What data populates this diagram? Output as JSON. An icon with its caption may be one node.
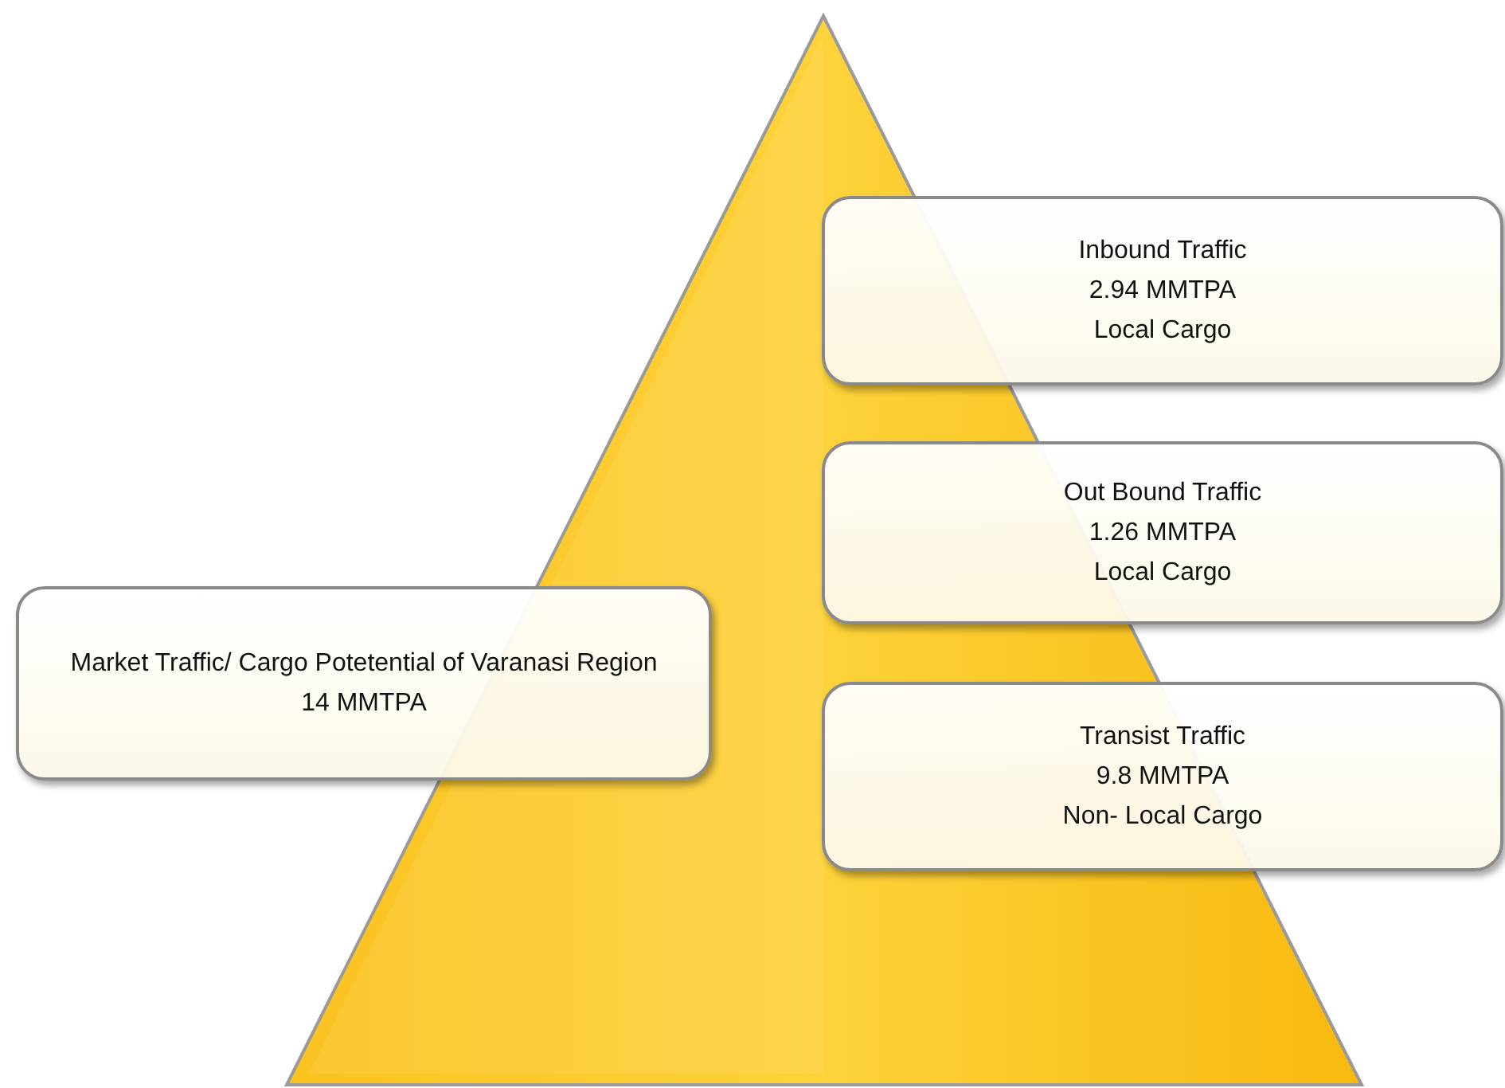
{
  "diagram": {
    "nodes": [
      {
        "text": [
          "Market Traffic/ Cargo Potetential of Varanasi Region",
          "14 MMTPA"
        ]
      },
      {
        "text": [
          "Inbound Traffic",
          "2.94 MMTPA",
          "Local Cargo"
        ]
      },
      {
        "text": [
          "Out Bound Traffic",
          "1.26 MMTPA",
          "Local Cargo"
        ]
      },
      {
        "text": [
          "Transist Traffic",
          "9.8 MMTPA",
          "Non- Local Cargo"
        ]
      }
    ]
  }
}
